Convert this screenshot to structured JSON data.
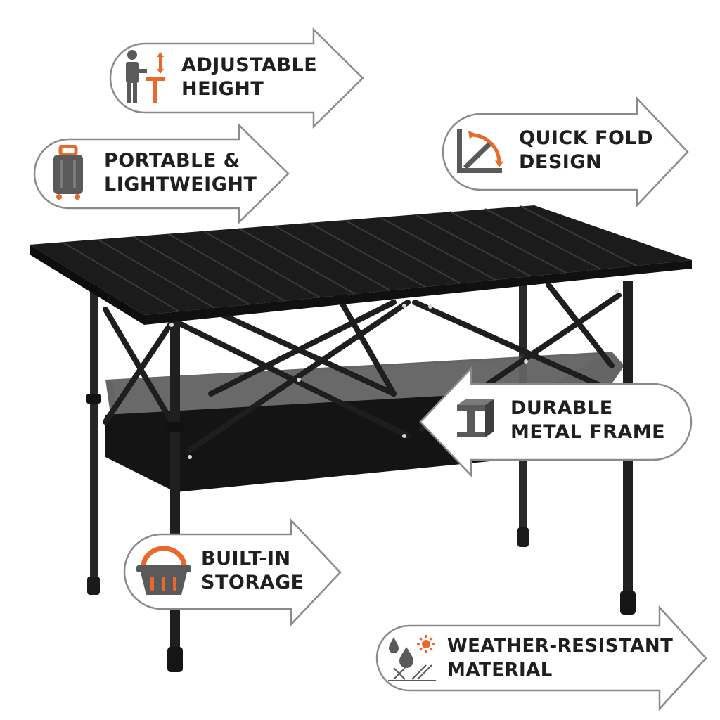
{
  "colors": {
    "accent": "#e8692b",
    "icon_gray": "#5a5a5a",
    "outline": "#8a8a8a",
    "bubble_fill": "#ffffff"
  },
  "callouts": {
    "adjustable_height": {
      "line1": "ADJUSTABLE",
      "line2": "HEIGHT",
      "icon": "person-desk-height-icon",
      "pointer": "right"
    },
    "portable": {
      "line1": "PORTABLE &",
      "line2": "LIGHTWEIGHT",
      "icon": "suitcase-icon",
      "pointer": "right"
    },
    "quick_fold": {
      "line1": "QUICK FOLD",
      "line2": "DESIGN",
      "icon": "fold-arrow-icon",
      "pointer": "right"
    },
    "metal_frame": {
      "line1": "DURABLE",
      "line2": "METAL FRAME",
      "icon": "steel-beam-icon",
      "pointer": "left"
    },
    "storage": {
      "line1": "BUILT-IN",
      "line2": "STORAGE",
      "icon": "basket-icon",
      "pointer": "right"
    },
    "weather": {
      "line1": "WEATHER-RESISTANT",
      "line2": "MATERIAL",
      "icon": "weather-drops-sun-icon",
      "pointer": "right"
    }
  }
}
